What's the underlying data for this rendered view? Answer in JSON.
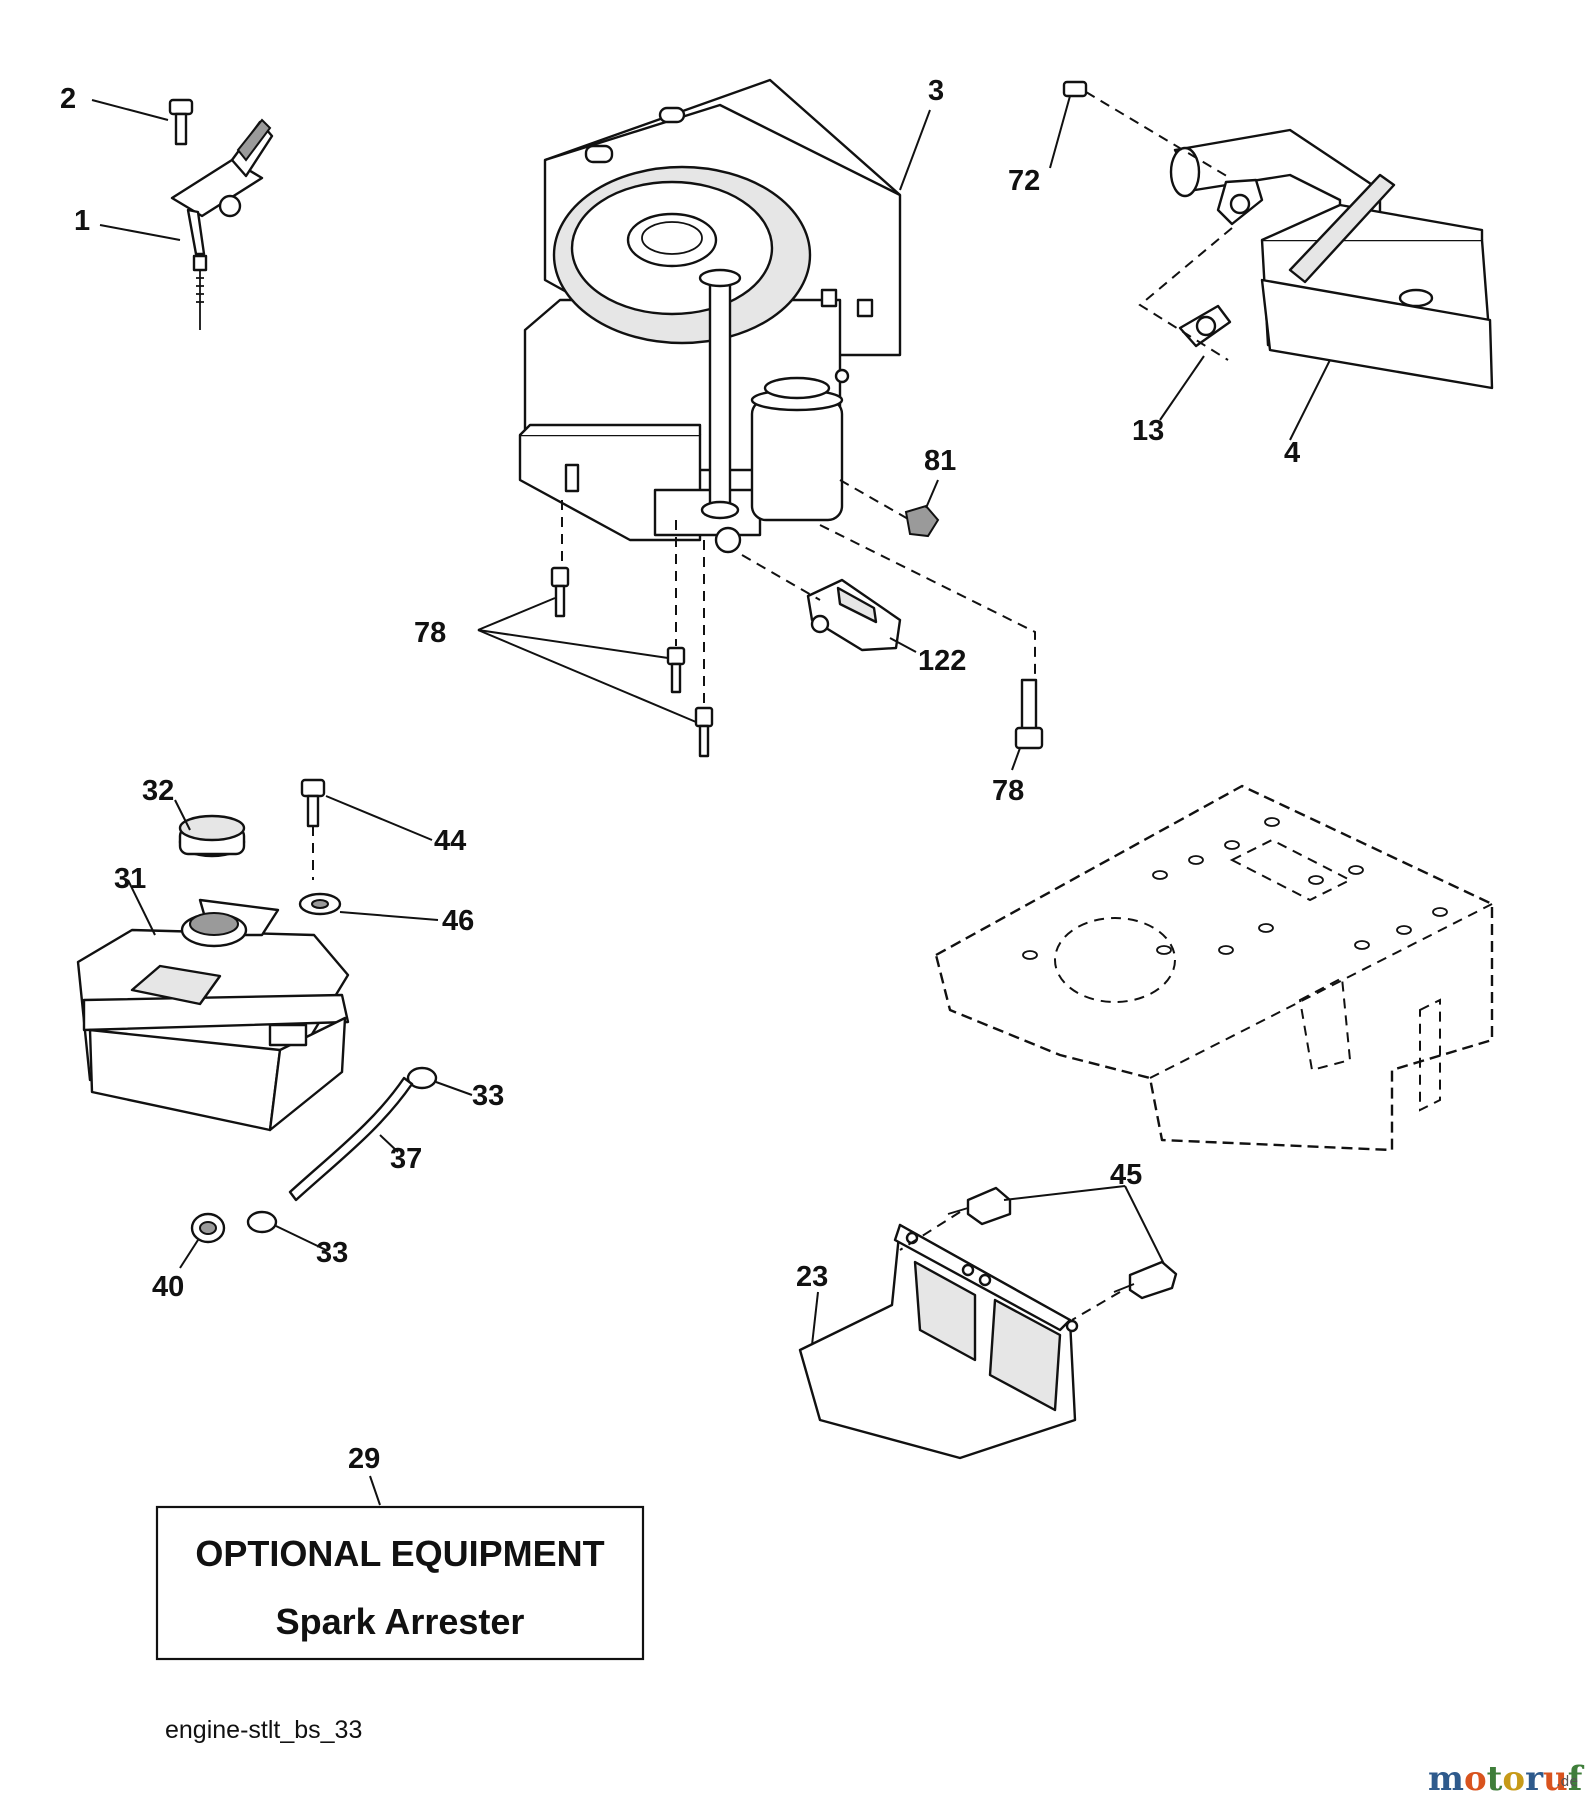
{
  "labels": {
    "l1": "1",
    "l2": "2",
    "l3": "3",
    "l4": "4",
    "l13": "13",
    "l72": "72",
    "l81": "81",
    "l78a": "78",
    "l78b": "78",
    "l122": "122",
    "l32": "32",
    "l44": "44",
    "l31": "31",
    "l46": "46",
    "l33a": "33",
    "l37": "37",
    "l33b": "33",
    "l40": "40",
    "l45": "45",
    "l23": "23",
    "l29": "29"
  },
  "optional_box": {
    "title": "OPTIONAL EQUIPMENT",
    "subtitle": "Spark Arrester"
  },
  "diagram_code": "engine-stlt_bs_33",
  "watermark": {
    "brand": "motoruf",
    "tld": ".de"
  }
}
